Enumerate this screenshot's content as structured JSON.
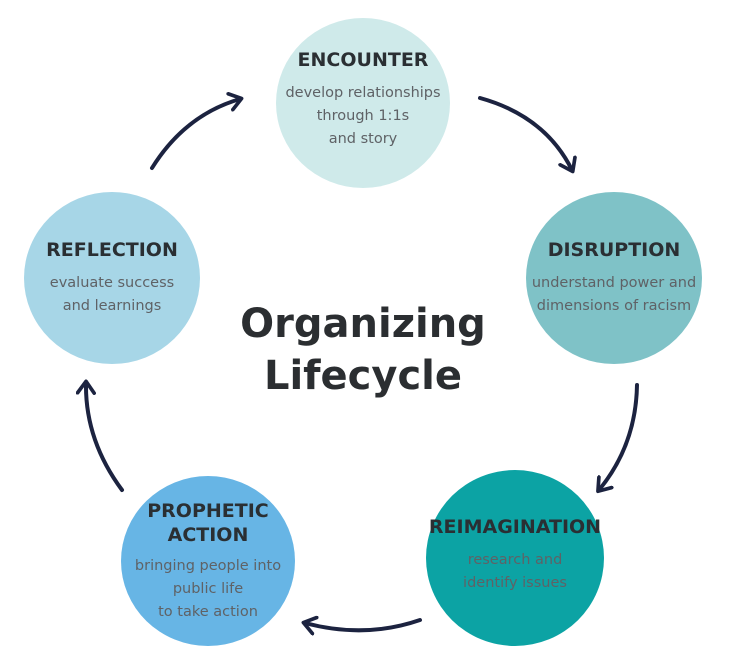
{
  "center": {
    "title": "Organizing\nLifecycle"
  },
  "nodes": {
    "encounter": {
      "title": "ENCOUNTER",
      "description": "develop relationships\nthrough 1:1s\nand story",
      "color": "#cfeaea"
    },
    "disruption": {
      "title": "DISRUPTION",
      "description": "understand power and\ndimensions of racism",
      "color": "#7fc2c7"
    },
    "reimagination": {
      "title": "REIMAGINATION",
      "description": "research and\nidentify issues",
      "color": "#0ca3a4"
    },
    "prophetic_action": {
      "title": "PROPHETIC\nACTION",
      "description": "bringing people into\npublic life\nto take action",
      "color": "#67b5e5"
    },
    "reflection": {
      "title": "REFLECTION",
      "description": "evaluate success\nand learnings",
      "color": "#a7d6e7"
    }
  },
  "arrows": {
    "color": "#1c2340",
    "icon": "curved-arrow"
  }
}
